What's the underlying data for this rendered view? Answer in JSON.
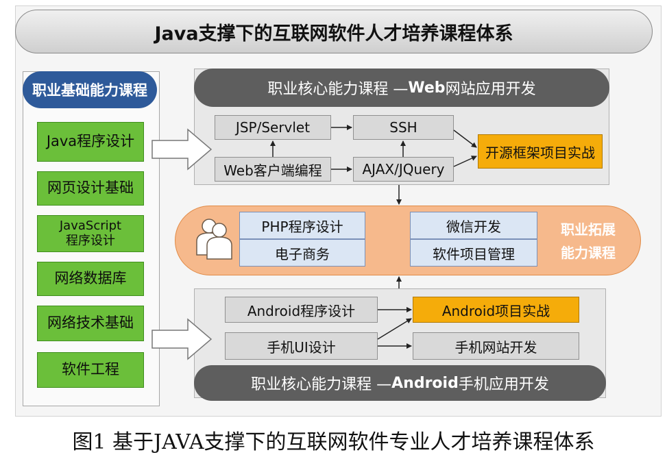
{
  "title": "Java支撑下的互联网软件人才培养课程体系",
  "foundation": {
    "header": "职业基础能力课程",
    "courses": [
      {
        "line1": "Java程序设计"
      },
      {
        "line1": "网页设计基础"
      },
      {
        "line1": "JavaScript",
        "line2": "程序设计"
      },
      {
        "line1": "网络数据库"
      },
      {
        "line1": "网络技术基础"
      },
      {
        "line1": "软件工程"
      }
    ]
  },
  "web_core": {
    "header_prefix": "职业核心能力课程 —",
    "header_bold": "Web",
    "header_suffix": "网站应用开发",
    "boxes": {
      "jsp": "JSP/Servlet",
      "ssh": "SSH",
      "client": "Web客户端编程",
      "ajax": "AJAX/JQuery",
      "project": "开源框架项目实战"
    }
  },
  "extension": {
    "label_line1": "职业拓展",
    "label_line2": "能力课程",
    "boxes": {
      "php": "PHP程序设计",
      "ecommerce": "电子商务",
      "wechat": "微信开发",
      "pm": "软件项目管理"
    },
    "icon": "people-icon"
  },
  "android_core": {
    "header_prefix": "职业核心能力课程 —",
    "header_bold": "Android",
    "header_suffix": "手机应用开发",
    "boxes": {
      "prog": "Android程序设计",
      "project": "Android项目实战",
      "ui": "手机UI设计",
      "mobile_web": "手机网站开发"
    }
  },
  "caption": "图1 基于JAVA支撑下的互联网软件专业人才培养课程体系",
  "colors": {
    "foundation_header": "#2e5a9a",
    "course_green": "#6bbf3a",
    "project_orange": "#f5ac0a",
    "extension_orange": "#f6b98c",
    "extension_box_blue": "#dbe6f4",
    "core_header_gray": "#5e5e5e"
  }
}
